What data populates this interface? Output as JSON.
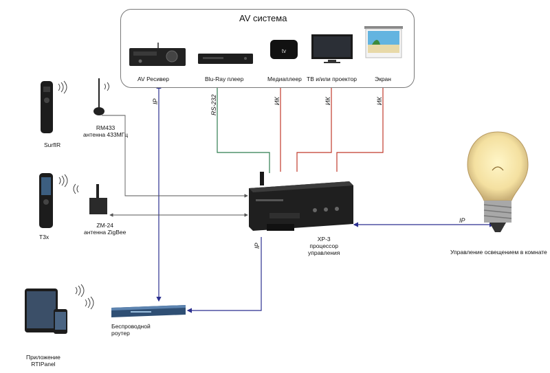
{
  "av_system": {
    "title": "AV система",
    "devices": [
      {
        "label": "AV Ресивер"
      },
      {
        "label": "Blu-Ray плеер"
      },
      {
        "label": "Медиаплеер"
      },
      {
        "label": "ТВ и/или проектор"
      },
      {
        "label": "Экран"
      }
    ]
  },
  "remotes": {
    "surfir": "SurfIR",
    "t3x": "T3x",
    "rm433_line1": "RM433",
    "rm433_line2": "антенна 433МГц",
    "zm24_line1": "ZM-24",
    "zm24_line2": "антенна ZigBee"
  },
  "processor": {
    "line1": "XP-3",
    "line2": "процессор",
    "line3": "управления"
  },
  "router": {
    "line1": "Беспроводной",
    "line2": "роутер"
  },
  "app": {
    "line1": "Приложение",
    "line2": "RTIPanel"
  },
  "lighting": {
    "label": "Управление освещением в комнате"
  },
  "connections": {
    "ip": "IP",
    "rs232": "RS-232",
    "ir": "ИК"
  },
  "colors": {
    "ip": "#2b2f8f",
    "rs232": "#2e7d4f",
    "ir": "#c0392b",
    "plain": "#555555"
  }
}
